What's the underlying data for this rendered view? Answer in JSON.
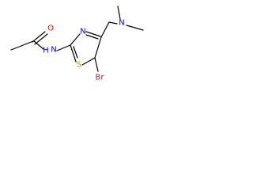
{
  "molecule": {
    "atoms": {
      "carbonyl_o": {
        "text": "O",
        "color": "#ff0000"
      },
      "amide_n": {
        "text": "N",
        "color": "#0000ff"
      },
      "amide_h": {
        "text": "H",
        "color": "#0000ff"
      },
      "ring_s": {
        "text": "S",
        "color": "#b8a100"
      },
      "ring_n": {
        "text": "N",
        "color": "#0000ff"
      },
      "amine_n": {
        "text": "N",
        "color": "#0000ff"
      },
      "br": {
        "text": "Br",
        "color": "#a52a2a"
      }
    }
  }
}
